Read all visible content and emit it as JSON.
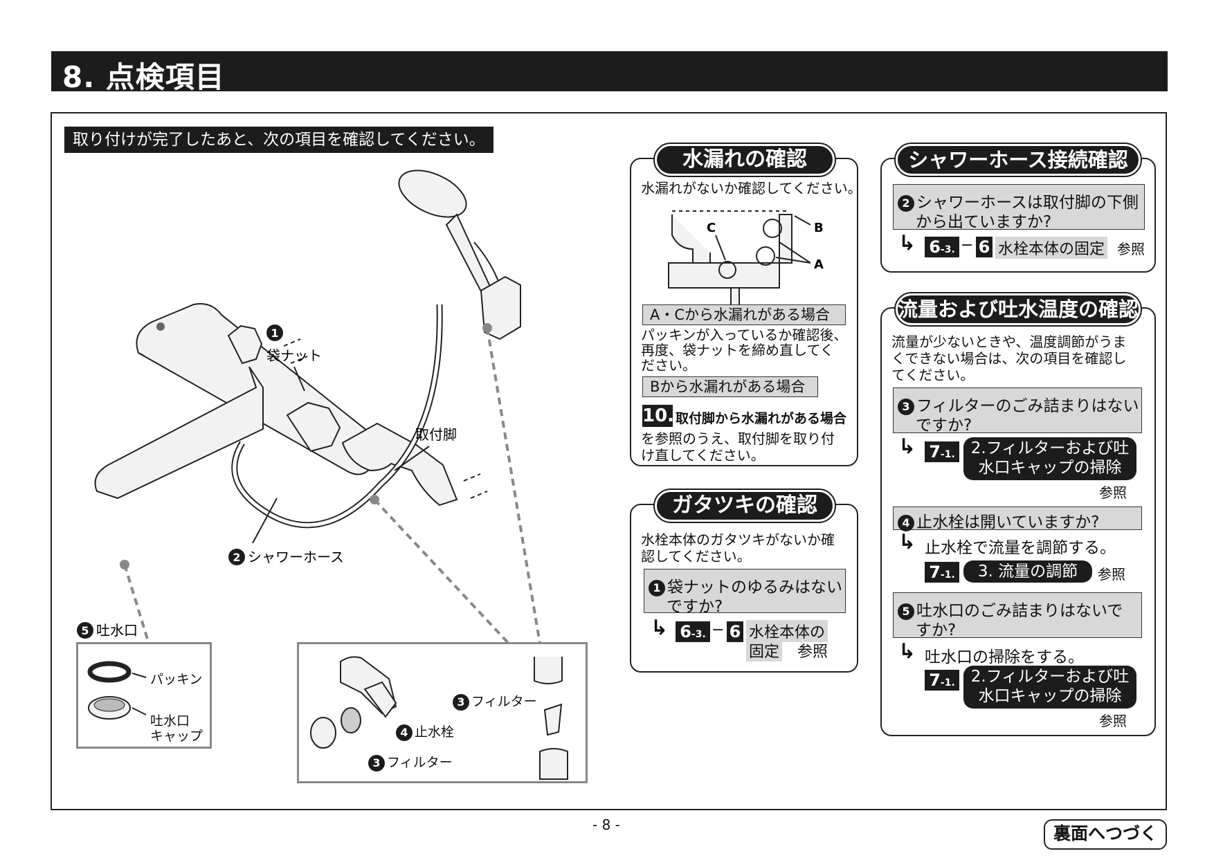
{
  "header": {
    "title": "8. 点検項目"
  },
  "intro": "取り付けが完了したあと、次の項目を確認してください。",
  "diagram": {
    "label_1": "袋ナット",
    "label_2": "シャワーホース",
    "label_mount": "取付脚",
    "label_5": "吐水口",
    "num_1": "1",
    "num_2": "2",
    "num_3": "3",
    "num_4": "4",
    "num_5": "5",
    "packing": "パッキン",
    "cap": "吐水口\nキャップ",
    "cap_line1": "吐水口",
    "cap_line2": "キャップ",
    "filter": "フィルター",
    "stop_valve": "止水栓"
  },
  "leak": {
    "title": "水漏れの確認",
    "desc": "水漏れがないか確認してください。",
    "label_a": "A",
    "label_b": "B",
    "label_c": "C",
    "ac_title": "A・Cから水漏れがある場合",
    "ac_body_1": "パッキンが入っているか確認後、",
    "ac_body_2": "再度、袋ナットを締め直してく",
    "ac_body_3": "ださい。",
    "b_title": "Bから水漏れがある場合",
    "ref_num": "10.",
    "ref_title": "取付脚から水漏れがある場合",
    "ref_body_1": "を参照のうえ、取付脚を取り付",
    "ref_body_2": "け直してください。"
  },
  "rattle": {
    "title": "ガタツキの確認",
    "desc_1": "水栓本体のガタツキがないか確",
    "desc_2": "認してください。",
    "q_num": "1",
    "q_1": "袋ナットのゆるみはない",
    "q_2": "ですか?",
    "ref_a": "6",
    "ref_a_sub": "-3.",
    "dash": "−",
    "ref_b": "6",
    "ref_label_1": "水栓本体の",
    "ref_label_2": "固定",
    "see": "参照"
  },
  "hose": {
    "title": "シャワーホース接続確認",
    "q_num": "2",
    "q_1": "シャワーホースは取付脚の下側",
    "q_2": "から出ていますか?",
    "ref_a": "6",
    "ref_a_sub": "-3.",
    "dash": "−",
    "ref_b": "6",
    "ref_label": "水栓本体の固定",
    "see": "参照"
  },
  "flow": {
    "title": "流量および吐水温度の確認",
    "desc_1": "流量が少ないときや、温度調節がうま",
    "desc_2": "くできない場合は、次の項目を確認し",
    "desc_3": "てください。",
    "q3_num": "3",
    "q3_1": "フィルターのごみ詰まりはない",
    "q3_2": "ですか?",
    "q3_ref": "7",
    "q3_ref_sub": "-1.",
    "q3_label_1": "2.フィルターおよび吐",
    "q3_label_2": "水口キャップの掃除",
    "q3_see": "参照",
    "q4_num": "4",
    "q4": "止水栓は開いていますか?",
    "q4_action": "止水栓で流量を調節する。",
    "q4_ref": "7",
    "q4_ref_sub": "-1.",
    "q4_label": "3. 流量の調節",
    "q4_see": "参照",
    "q5_num": "5",
    "q5_1": "吐水口のごみ詰まりはないで",
    "q5_2": "すか?",
    "q5_action": "吐水口の掃除をする。",
    "q5_ref": "7",
    "q5_ref_sub": "-1.",
    "q5_label_1": "2.フィルターおよび吐",
    "q5_label_2": "水口キャップの掃除",
    "q5_see": "参照"
  },
  "footer": {
    "page": "- 8 -",
    "next": "裏面へつづく"
  }
}
